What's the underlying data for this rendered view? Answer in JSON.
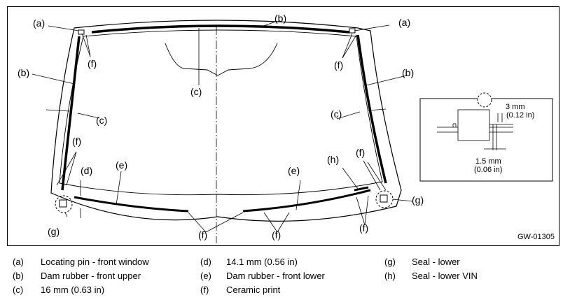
{
  "figure_code": "GW-01305",
  "callouts": {
    "a": "(a)",
    "b": "(b)",
    "c": "(c)",
    "d": "(d)",
    "e": "(e)",
    "f": "(f)",
    "g": "(g)",
    "h": "(h)"
  },
  "detail": {
    "dim_top": "3 mm",
    "dim_top_in": "(0.12 in)",
    "dim_bottom": "1.5 mm",
    "dim_bottom_in": "(0.06 in)"
  },
  "legend": [
    {
      "key": "(a)",
      "text": "Locating pin - front window"
    },
    {
      "key": "(b)",
      "text": "Dam rubber - front upper"
    },
    {
      "key": "(c)",
      "text": "16 mm (0.63 in)"
    },
    {
      "key": "(d)",
      "text": "14.1 mm (0.56 in)"
    },
    {
      "key": "(e)",
      "text": "Dam rubber - front lower"
    },
    {
      "key": "(f)",
      "text": "Ceramic print"
    },
    {
      "key": "(g)",
      "text": "Seal - lower"
    },
    {
      "key": "(h)",
      "text": "Seal - lower VIN"
    }
  ]
}
